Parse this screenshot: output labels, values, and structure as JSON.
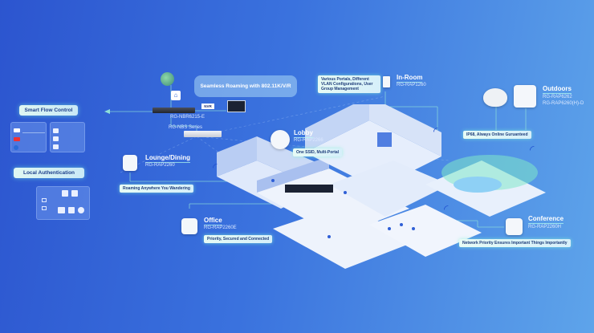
{
  "left": {
    "smart_flow_control": "Smart Flow Control",
    "local_authentication": "Local Authentication"
  },
  "core": {
    "banner": "Seamless Roaming with 802.11K/V/R",
    "gateway_model": "RG-NBR6215-E",
    "nvr_label": "NVR",
    "switch_model": "RG-NBS Series"
  },
  "zones": {
    "lounge": {
      "title": "Lounge/Dining",
      "model": "RG-RAP2260",
      "tag": "Roaming Anywhere You Wandering"
    },
    "lobby": {
      "title": "Lobby",
      "model": "RG-RAP2266",
      "tag": "One SSID, Multi-Portal"
    },
    "office": {
      "title": "Office",
      "model": "RG-RAP2260E",
      "tag": "Priority, Secured and Connected"
    },
    "in_room": {
      "title": "In-Room",
      "model": "RG-RAP1260",
      "tag": "Various Portals, Different VLAN Configurations, User Group Management"
    },
    "outdoors": {
      "title": "Outdoors",
      "models": [
        "RG-RAP6262",
        "RG-RAP6260(H)-D"
      ],
      "tag": "IP68, Always Online Guruanteed"
    },
    "conference": {
      "title": "Conference",
      "model": "RG-RAP2260H",
      "tag": "Network Priority Ensures Important Things Importantly"
    }
  }
}
